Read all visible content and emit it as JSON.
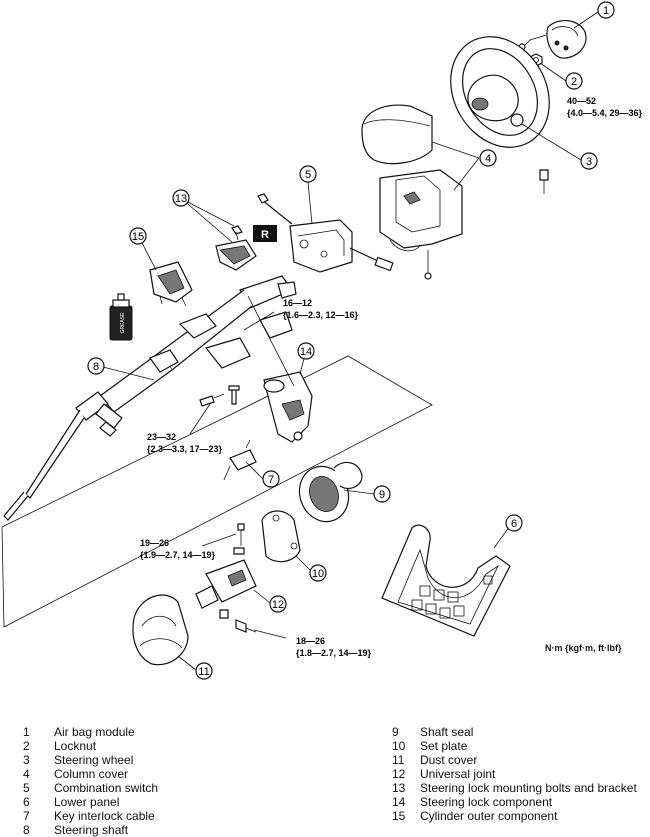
{
  "callouts": [
    "1",
    "2",
    "3",
    "4",
    "5",
    "6",
    "7",
    "8",
    "9",
    "10",
    "11",
    "12",
    "13",
    "14",
    "15"
  ],
  "torques": {
    "t1a": "40—52",
    "t1b": "{4.0—5.4, 29—36}",
    "t2a": "16—12",
    "t2b": "{1.6—2.3, 12—16}",
    "t3a": "23—32",
    "t3b": "{2.3—3.3, 17—23}",
    "t4a": "19—26",
    "t4b": "{1.9—2.7, 14—19}",
    "t5a": "18—26",
    "t5b": "{1.8—2.7, 14—19}"
  },
  "marker_r": "R",
  "grease_label": "GREASE",
  "units": "N·m {kgf·m, ft·lbf}",
  "legend": [
    {
      "num": "1",
      "label": "Air bag module"
    },
    {
      "num": "2",
      "label": "Locknut"
    },
    {
      "num": "3",
      "label": "Steering wheel"
    },
    {
      "num": "4",
      "label": "Column cover"
    },
    {
      "num": "5",
      "label": "Combination switch"
    },
    {
      "num": "6",
      "label": "Lower panel"
    },
    {
      "num": "7",
      "label": "Key interlock cable"
    },
    {
      "num": "8",
      "label": "Steering shaft"
    },
    {
      "num": "9",
      "label": "Shaft seal"
    },
    {
      "num": "10",
      "label": "Set plate"
    },
    {
      "num": "11",
      "label": "Dust cover"
    },
    {
      "num": "12",
      "label": "Universal joint"
    },
    {
      "num": "13",
      "label": "Steering lock mounting bolts and bracket"
    },
    {
      "num": "14",
      "label": "Steering lock component"
    },
    {
      "num": "15",
      "label": "Cylinder outer component"
    }
  ]
}
